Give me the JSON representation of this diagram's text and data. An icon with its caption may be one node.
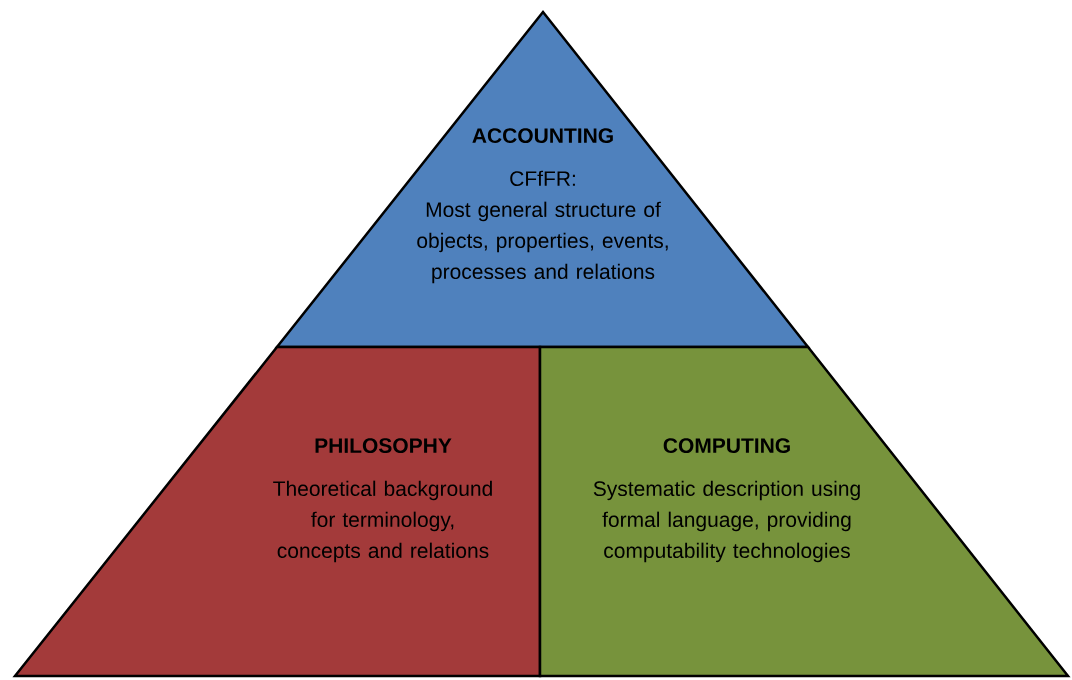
{
  "diagram": {
    "nodes": [
      {
        "text": [
          "ACCOUNTING",
          "CFfFR:",
          "Most general structure of objects, properties, events, processes and relations"
        ]
      },
      {
        "text": [
          "PHILOSOPHY",
          "Theoretical background for terminology, concepts and relations"
        ]
      },
      {
        "text": [
          "COMPUTING",
          "Systematic description using formal language, providing computability technologies"
        ]
      }
    ]
  }
}
